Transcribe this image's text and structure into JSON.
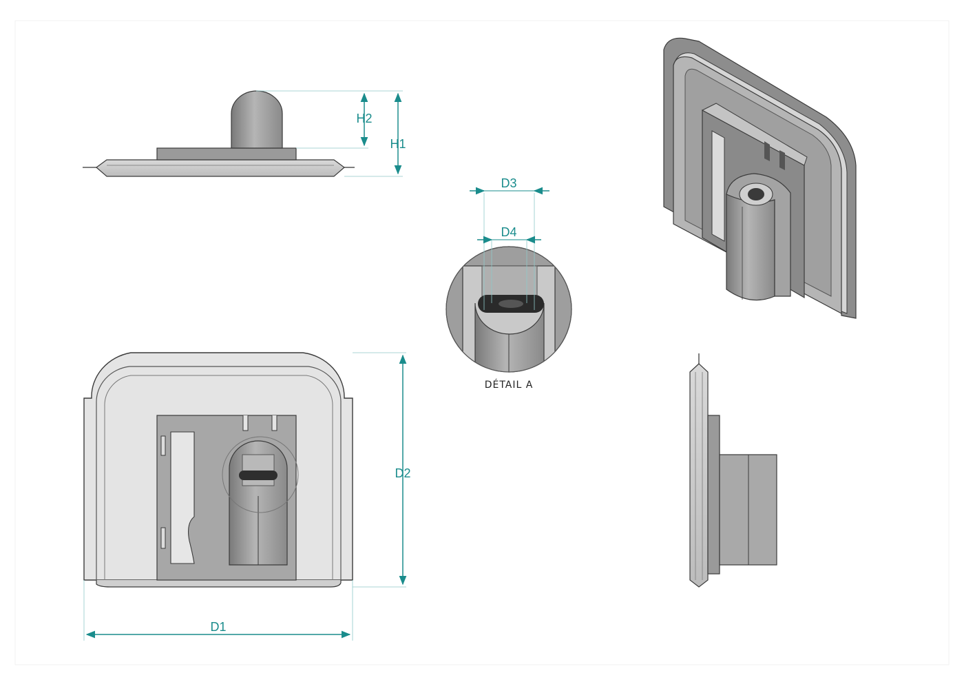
{
  "colors": {
    "dimension": "#1a8c8c",
    "part_dark": "#6e6e6e",
    "part_mid": "#9a9a9a",
    "part_light": "#c8c8c8",
    "part_pale": "#e2e2e2",
    "outline": "#3a3a3a",
    "hole": "#2a2a2a"
  },
  "dimensions": {
    "h1": "H1",
    "h2": "H2",
    "d1": "D1",
    "d2": "D2",
    "d3": "D3",
    "d4": "D4"
  },
  "detail": {
    "caption": "DÉTAIL A"
  },
  "views": {
    "side_top": "top-side-view",
    "front": "front-view",
    "detail": "detail-view",
    "iso": "isometric-view",
    "side_right": "right-side-view"
  }
}
